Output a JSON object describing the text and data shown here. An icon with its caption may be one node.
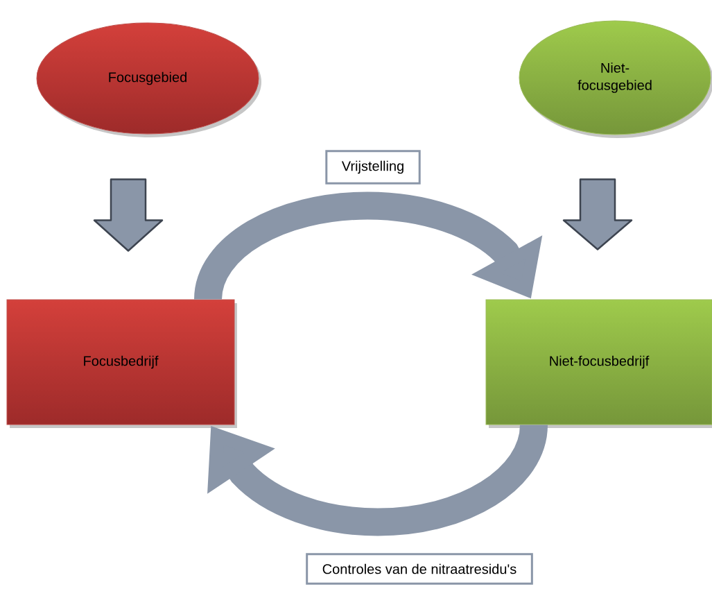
{
  "diagram": {
    "nodes": [
      {
        "text": [
          "Focusgebied"
        ]
      },
      {
        "text": [
          "Niet-focusgebied"
        ]
      },
      {
        "text": [
          "Focusbedrijf"
        ]
      },
      {
        "text": [
          "Niet-focusbedrijf"
        ]
      },
      {
        "text": [
          "Vrijstelling"
        ]
      },
      {
        "text": [
          "Controles van de nitraatresidu's"
        ]
      }
    ],
    "edges": [
      {
        "from": 0,
        "to": 2,
        "arrow": "to"
      },
      {
        "from": 1,
        "to": 3,
        "arrow": "to"
      },
      {
        "from": 2,
        "to": 3,
        "arrow": "to"
      },
      {
        "from": 3,
        "to": 2,
        "arrow": "to"
      }
    ]
  }
}
